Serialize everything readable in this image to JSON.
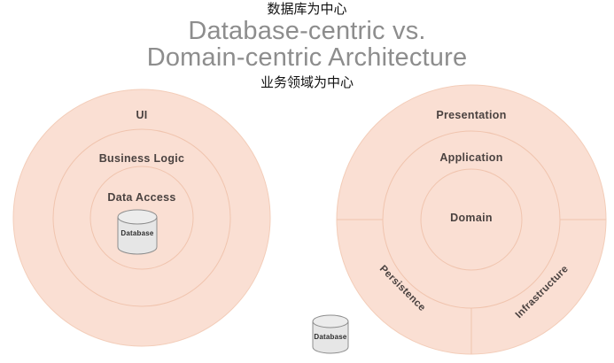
{
  "title": {
    "main": "Database-centric vs.\nDomain-centric Architecture",
    "annotation_top": "数据库为中心",
    "annotation_bottom": "业务领域为中心"
  },
  "colors": {
    "ring_fill": "#fadfd3",
    "ring_stroke": "#f0c4ae",
    "label_text": "#4a4240",
    "title_text": "#8d8d8d",
    "annotation_text": "#111111",
    "db_fill": "#e6e6e6",
    "db_stroke": "#8d8d8d",
    "background": "#ffffff"
  },
  "left_diagram": {
    "name": "database-centric-architecture",
    "rings": [
      {
        "label": "UI",
        "level": "outer"
      },
      {
        "label": "Business Logic",
        "level": "middle"
      },
      {
        "label": "Data Access",
        "level": "inner"
      }
    ],
    "center_icon": {
      "type": "database-cylinder",
      "label": "Database"
    }
  },
  "right_diagram": {
    "name": "domain-centric-architecture",
    "rings": [
      {
        "label": "Presentation",
        "level": "outer"
      },
      {
        "label": "Application",
        "level": "middle"
      },
      {
        "label": "Domain",
        "level": "inner"
      }
    ],
    "outer_sectors": [
      {
        "label": "Presentation",
        "position": "top"
      },
      {
        "label": "Persistence",
        "position": "bottom-left"
      },
      {
        "label": "Infrastructure",
        "position": "bottom-right"
      }
    ]
  },
  "external_icon": {
    "type": "database-cylinder",
    "label": "Database"
  }
}
